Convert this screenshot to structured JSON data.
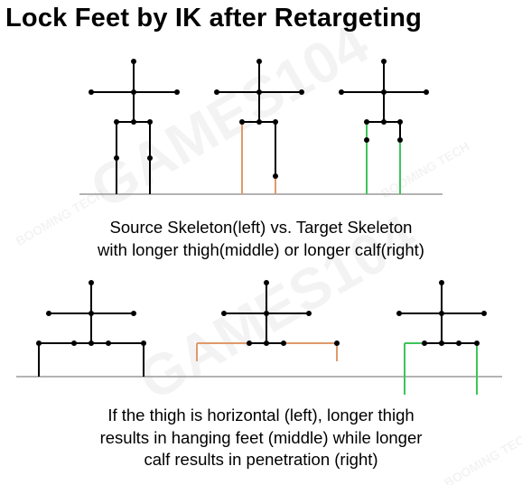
{
  "title": "Lock Feet by IK after Retargeting",
  "caption_top": {
    "line1": "Source Skeleton(left) vs. Target Skeleton",
    "line2": "with longer thigh(middle) or longer calf(right)"
  },
  "caption_bottom": {
    "line1": "If the thigh is horizontal (left), longer thigh",
    "line2": "results in hanging feet (middle) while longer",
    "line3": "calf results in penetration (right)"
  },
  "colors": {
    "bone": "#000000",
    "thigh_longer": "#e09a6a",
    "calf_longer": "#3ec45a",
    "ground": "#9a9a9a"
  },
  "watermark": {
    "text1": "GAMES104",
    "text2": "BOOMING TECH"
  }
}
